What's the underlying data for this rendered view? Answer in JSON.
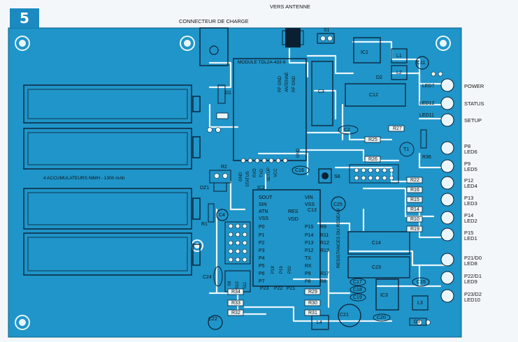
{
  "figure": {
    "number": "5",
    "connector_label": "CONNECTEUR DE CHARGE",
    "antenna_label": "VERS ANTENNE",
    "module_label": "MODULE TDL2A-433-9",
    "module_pins_top": [
      "RF GND",
      "ANTENNE",
      "RF GND"
    ],
    "module_pins_bottom": [
      "GND",
      "STATUS",
      "RXD",
      "TXD",
      "SETUP",
      "VCC",
      "GND"
    ],
    "battery_label": "4 ACCUMULATEURS NiMH - 1300 mAh",
    "resistor_network_label": "RESISTANCES DU RESEAU",
    "ic2_pins_left": [
      "SOUT",
      "SIN",
      "ATN",
      "VSS",
      "P0",
      "P1",
      "P2",
      "P3",
      "P4",
      "P5",
      "P6",
      "P7"
    ],
    "ic2_pins_right": [
      "VIN",
      "VSS",
      "RES",
      "VDD",
      "P15",
      "P14",
      "P13",
      "P12",
      "TX",
      "RX",
      "P9",
      "P8"
    ],
    "ic2_bottom": [
      "P23",
      "P22",
      "P21"
    ],
    "ic2_inner": [
      "P18",
      "P19",
      "P20"
    ],
    "side_labels": [
      "POWER",
      "STATUS",
      "SETUP"
    ],
    "led_labels": [
      [
        "P8",
        "LED6"
      ],
      [
        "P9",
        "LED5"
      ],
      [
        "P12",
        "LED4"
      ],
      [
        "P13",
        "LED3"
      ],
      [
        "P14",
        "LED2"
      ],
      [
        "P15",
        "LED1"
      ],
      [
        "P21/D0",
        "LED8"
      ],
      [
        "P22/D1",
        "LED9"
      ],
      [
        "P23/D2",
        "LED10"
      ]
    ],
    "components": {
      "s1": "S1",
      "ic1": "IC1",
      "l1": "L1",
      "l2": "L2",
      "c11": "C11",
      "d2": "D2",
      "c3": "C3",
      "c12": "C12",
      "d1": "D1",
      "c2": "C2",
      "r27": "R27",
      "r25": "R25",
      "r26": "R26",
      "t1": "T1",
      "r36": "R36",
      "c16": "C16",
      "s8": "S8",
      "r2": "R2",
      "dz1": "DZ1",
      "c4": "C4",
      "r1": "R1",
      "ic2": "IC2",
      "c13": "C13",
      "c25": "C25",
      "r9": "R9",
      "r11": "R11",
      "r12": "R12",
      "r13": "R13",
      "r17": "R17",
      "r8": "R8",
      "r22": "R22",
      "r16": "R16",
      "r15": "R15",
      "r14": "R14",
      "r10": "R10",
      "r19": "R19",
      "c14": "C14",
      "c23": "C23",
      "c24": "C24",
      "s9": "S9",
      "s10": "S10",
      "s11": "S11",
      "r34": "R34",
      "r33": "R33",
      "r32": "R32",
      "r29": "R29",
      "r30": "R30",
      "r31": "R31",
      "c22": "C22",
      "l4": "L4",
      "c21": "C21",
      "c17": "C17",
      "c18": "C18",
      "c19": "C19",
      "ic3": "IC3",
      "c20": "C20",
      "l3": "L3",
      "c15": "C15",
      "d3": "D3",
      "led7": "LED7",
      "led12": "LED12",
      "led11": "LED11"
    }
  },
  "colors": {
    "board": "#1f95c9",
    "track": "#eaf6fb",
    "silk": "#0b1f33",
    "pad": "#eaf6fb",
    "badge": "#1b8ac0"
  }
}
